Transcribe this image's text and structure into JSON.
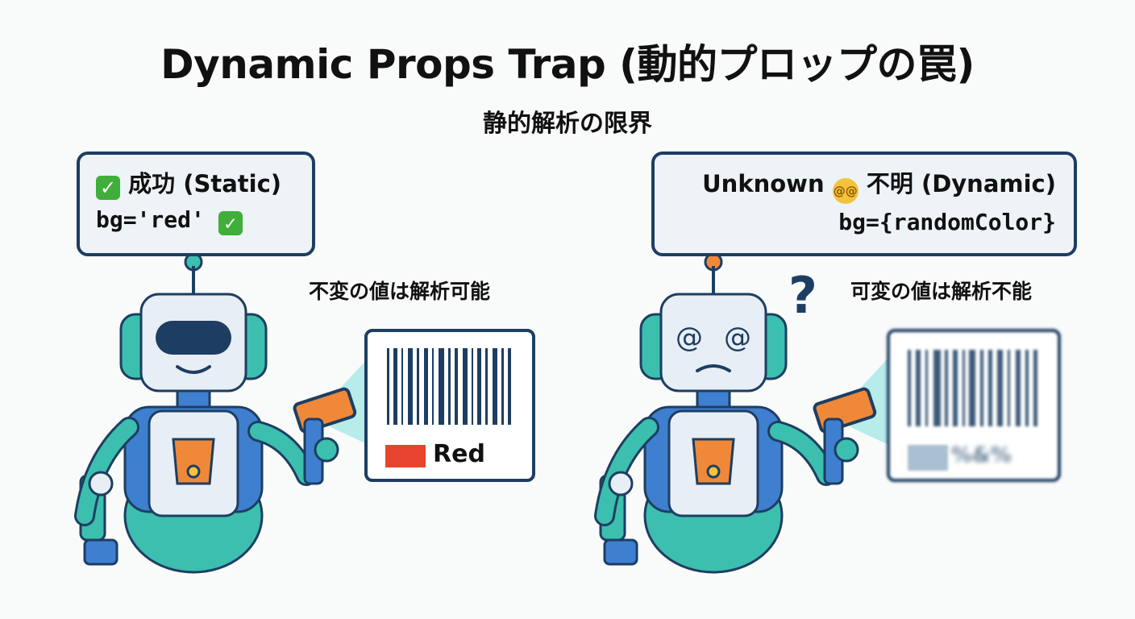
{
  "title": "Dynamic Props Trap (動的プロップの罠)",
  "subtitle": "静的解析の限界",
  "left": {
    "bubble_line1": "成功 (Static)",
    "bubble_line2": "bg='red'",
    "caption": "不変の値は解析可能",
    "barcode_label": "Red",
    "swatch_color": "#e8432e",
    "icons": [
      "check-mark-icon",
      "robot-icon",
      "barcode-scanner-icon",
      "barcode-icon"
    ]
  },
  "right": {
    "bubble_line1_prefix": "Unknown",
    "bubble_line1": "不明 (Dynamic)",
    "bubble_line2": "bg={randomColor}",
    "question_mark": "?",
    "caption": "可変の値は解析不能",
    "barcode_label": "%&%",
    "icons": [
      "dizzy-face-icon",
      "confused-robot-icon",
      "barcode-scanner-icon",
      "blurred-barcode-icon"
    ]
  },
  "colors": {
    "navy": "#1d3e62",
    "blue": "#3f7fcf",
    "teal": "#3cbfae",
    "orange": "#f0883a",
    "beam": "#a6e8e6"
  }
}
